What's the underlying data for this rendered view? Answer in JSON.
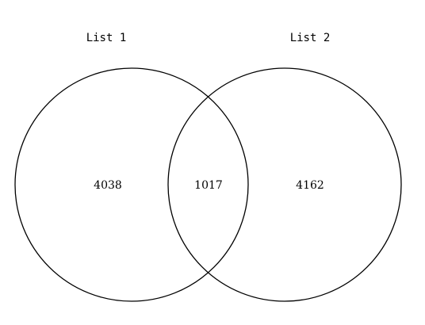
{
  "venn": {
    "sets": [
      {
        "label": "List 1",
        "only_count": "4038"
      },
      {
        "label": "List 2",
        "only_count": "4162"
      }
    ],
    "intersection_count": "1017",
    "stroke_color": "#000000",
    "background": "#ffffff"
  }
}
